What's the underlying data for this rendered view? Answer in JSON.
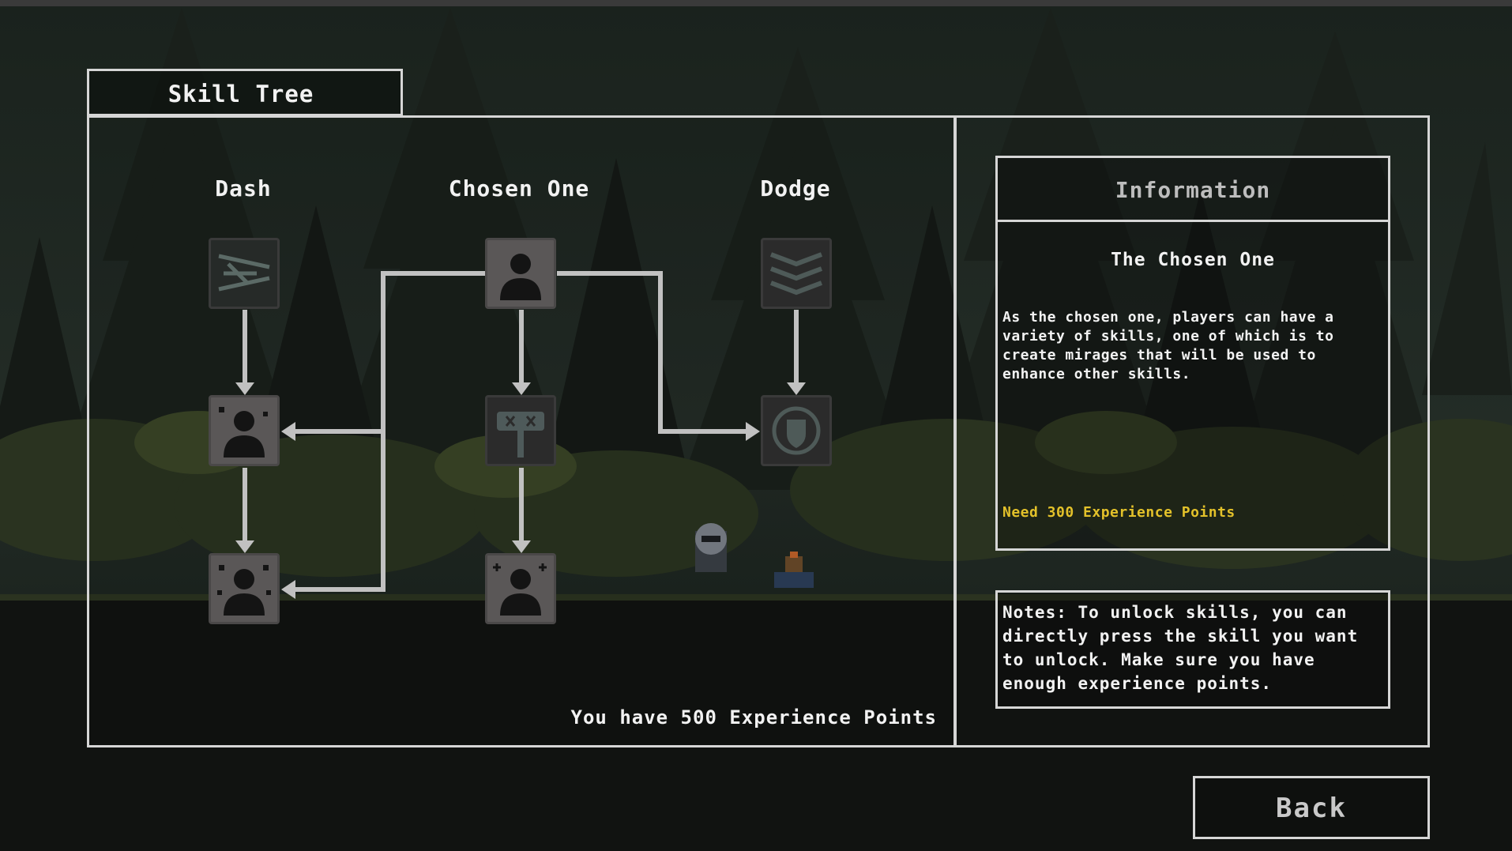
{
  "tab": {
    "label": "Skill Tree"
  },
  "columns": [
    {
      "title": "Dash"
    },
    {
      "title": "Chosen One"
    },
    {
      "title": "Dodge"
    }
  ],
  "nodes": [
    {
      "id": "dash-1",
      "icon": "dash-streak-icon",
      "state": "locked"
    },
    {
      "id": "dash-2",
      "icon": "silhouette-sparkle-icon",
      "state": "unlocked"
    },
    {
      "id": "dash-3",
      "icon": "silhouette-multi-sparkle-icon",
      "state": "unlocked"
    },
    {
      "id": "chosen-1",
      "icon": "silhouette-icon",
      "state": "unlocked"
    },
    {
      "id": "chosen-2",
      "icon": "banner-sign-icon",
      "state": "locked"
    },
    {
      "id": "chosen-3",
      "icon": "silhouette-star-icon",
      "state": "unlocked"
    },
    {
      "id": "dodge-1",
      "icon": "chevrons-down-icon",
      "state": "locked"
    },
    {
      "id": "dodge-2",
      "icon": "shield-crest-icon",
      "state": "locked"
    }
  ],
  "experience": {
    "text": "You have 500 Experience Points"
  },
  "info": {
    "header": "Information",
    "skill_name": "The Chosen One",
    "description": "As the chosen one, players can have a variety of skills, one of which is to create mirages that will be used to enhance other skills.",
    "cost": "Need 300 Experience Points"
  },
  "notes": {
    "text": "Notes: To unlock skills, you can directly press the skill you want to unlock. Make sure you have enough experience points."
  },
  "back": {
    "label": "Back"
  },
  "colors": {
    "frame": "#d6d6d6",
    "cost_text": "#e3c12a",
    "unlocked_node": "#5a5757",
    "locked_node": "#2b2b2b"
  }
}
